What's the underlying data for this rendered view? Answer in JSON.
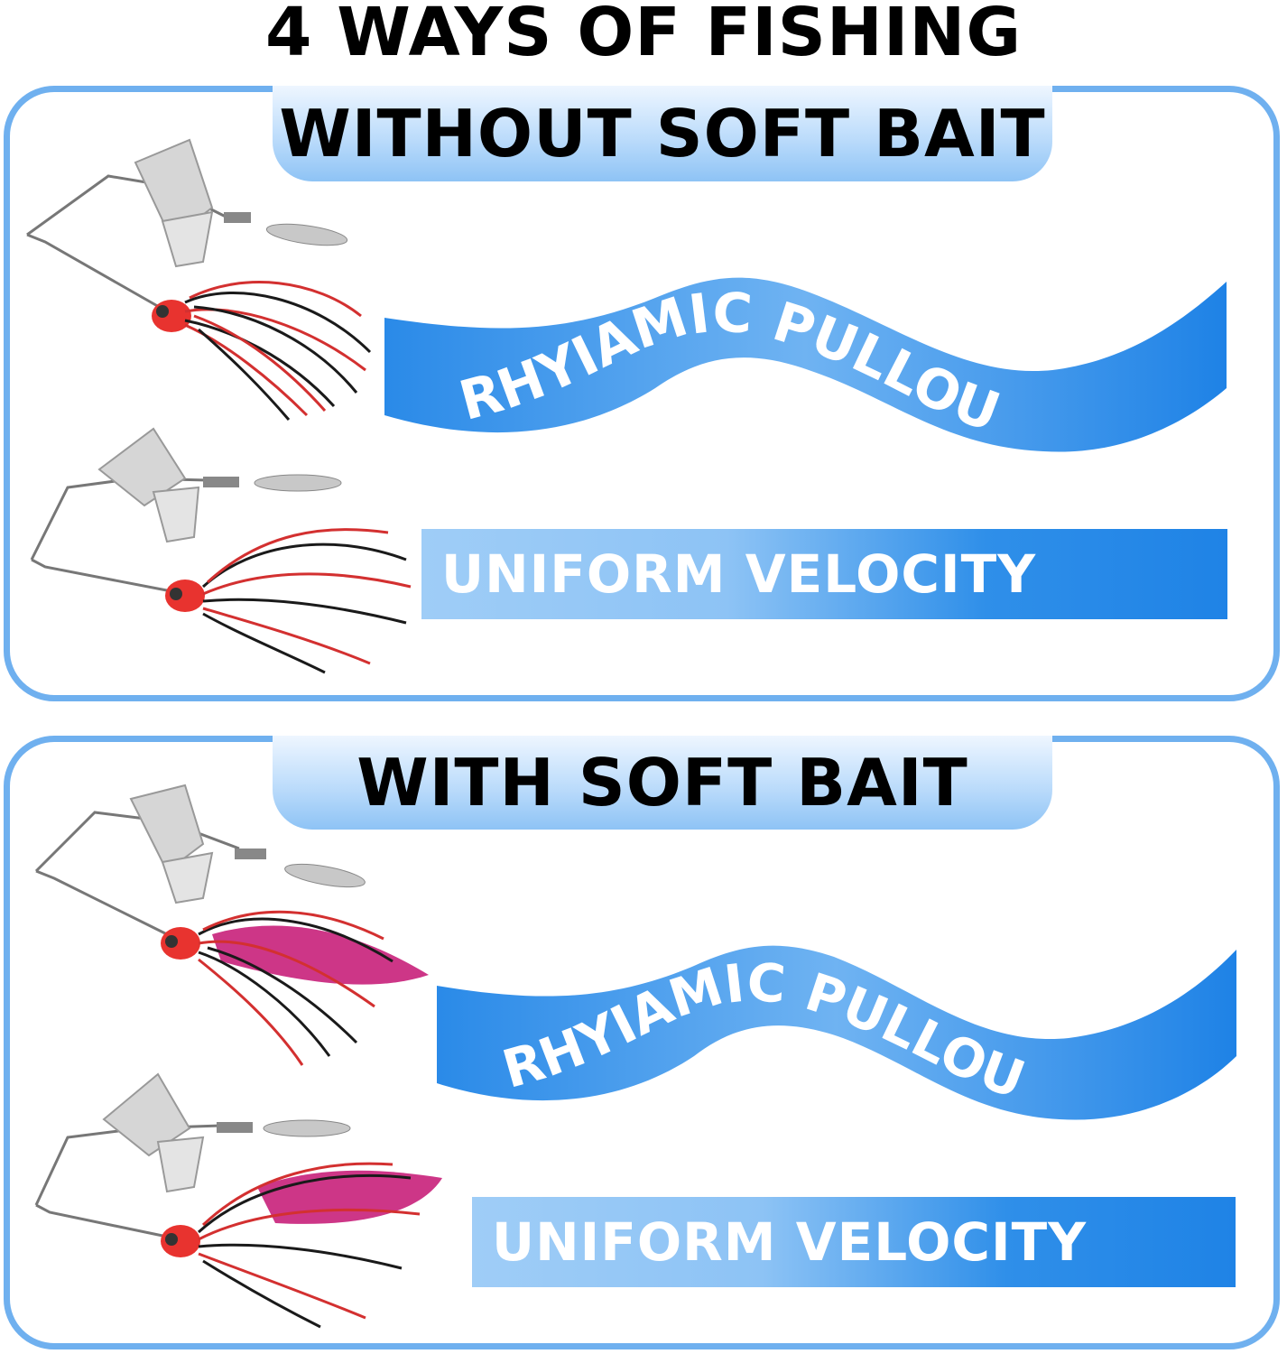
{
  "title": "4 WAYS OF FISHING",
  "sections": [
    {
      "heading": "WITHOUT SOFT BAIT",
      "motions": [
        "RHYIAMIC PULLOUT",
        "UNIFORM VELOCITY"
      ]
    },
    {
      "heading": "WITH SOFT BAIT",
      "motions": [
        "RHYIAMIC PULLOUT",
        "UNIFORM VELOCITY"
      ]
    }
  ],
  "colors": {
    "panel_border": "#6fb0ef",
    "accent_blue": "#1f83e6",
    "light_blue": "#9fcdf7",
    "lure_red": "#e8332f",
    "soft_bait_pink": "#c8207a"
  }
}
